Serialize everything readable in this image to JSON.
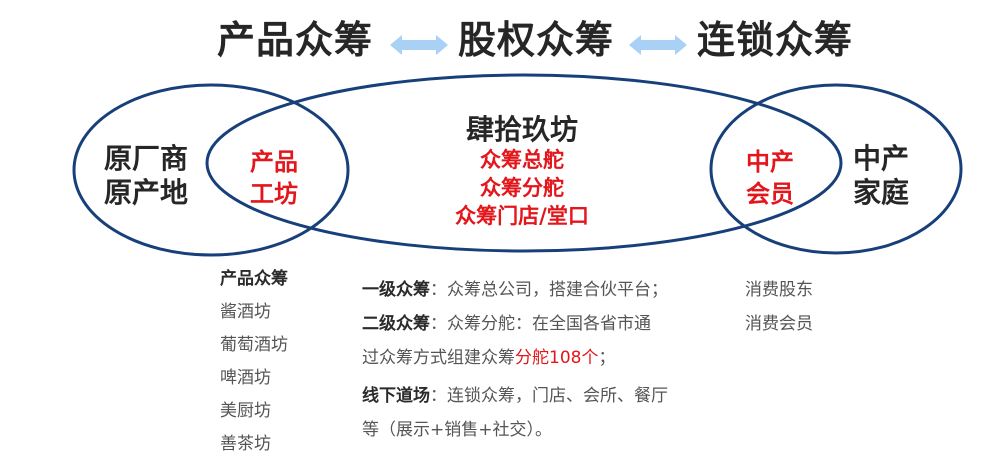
{
  "header": {
    "items": [
      "产品众筹",
      "股权众筹",
      "连锁众筹"
    ],
    "arrow_color": "#a9d0f5"
  },
  "diagram": {
    "stroke_color": "#17407a",
    "left_circle": {
      "label_line1": "原厂商",
      "label_line2": "原产地"
    },
    "left_overlap": {
      "label_line1": "产品",
      "label_line2": "工坊"
    },
    "center": {
      "title": "肆拾玖坊",
      "lines": [
        "众筹总舵",
        "众筹分舵",
        "众筹门店/堂口"
      ]
    },
    "right_overlap": {
      "label_line1": "中产",
      "label_line2": "会员"
    },
    "right_circle": {
      "label_line1": "中产",
      "label_line2": "家庭"
    },
    "accent_red": "#e3161b"
  },
  "product_list": {
    "title": "产品众筹",
    "items": [
      "酱酒坊",
      "葡萄酒坊",
      "啤酒坊",
      "美厨坊",
      "善茶坊"
    ]
  },
  "description": {
    "level1": {
      "label": "一级众筹",
      "sep": "：",
      "text": "众筹总公司，搭建合伙平台；"
    },
    "level2": {
      "label": "二级众筹",
      "sep": "：",
      "text_line1": "众筹分舵：在全国各省市通",
      "text_line2_plain": "过众筹方式组建众筹",
      "text_line2_red": "分舵108个",
      "text_line2_end": "；"
    },
    "offline": {
      "label": "线下道场",
      "sep": "：",
      "text_line1": "连锁众筹，门店、会所、餐厅",
      "text_line2": "等（展示+销售+社交）。"
    }
  },
  "consumer_list": {
    "items": [
      "消费股东",
      "消费会员"
    ]
  }
}
